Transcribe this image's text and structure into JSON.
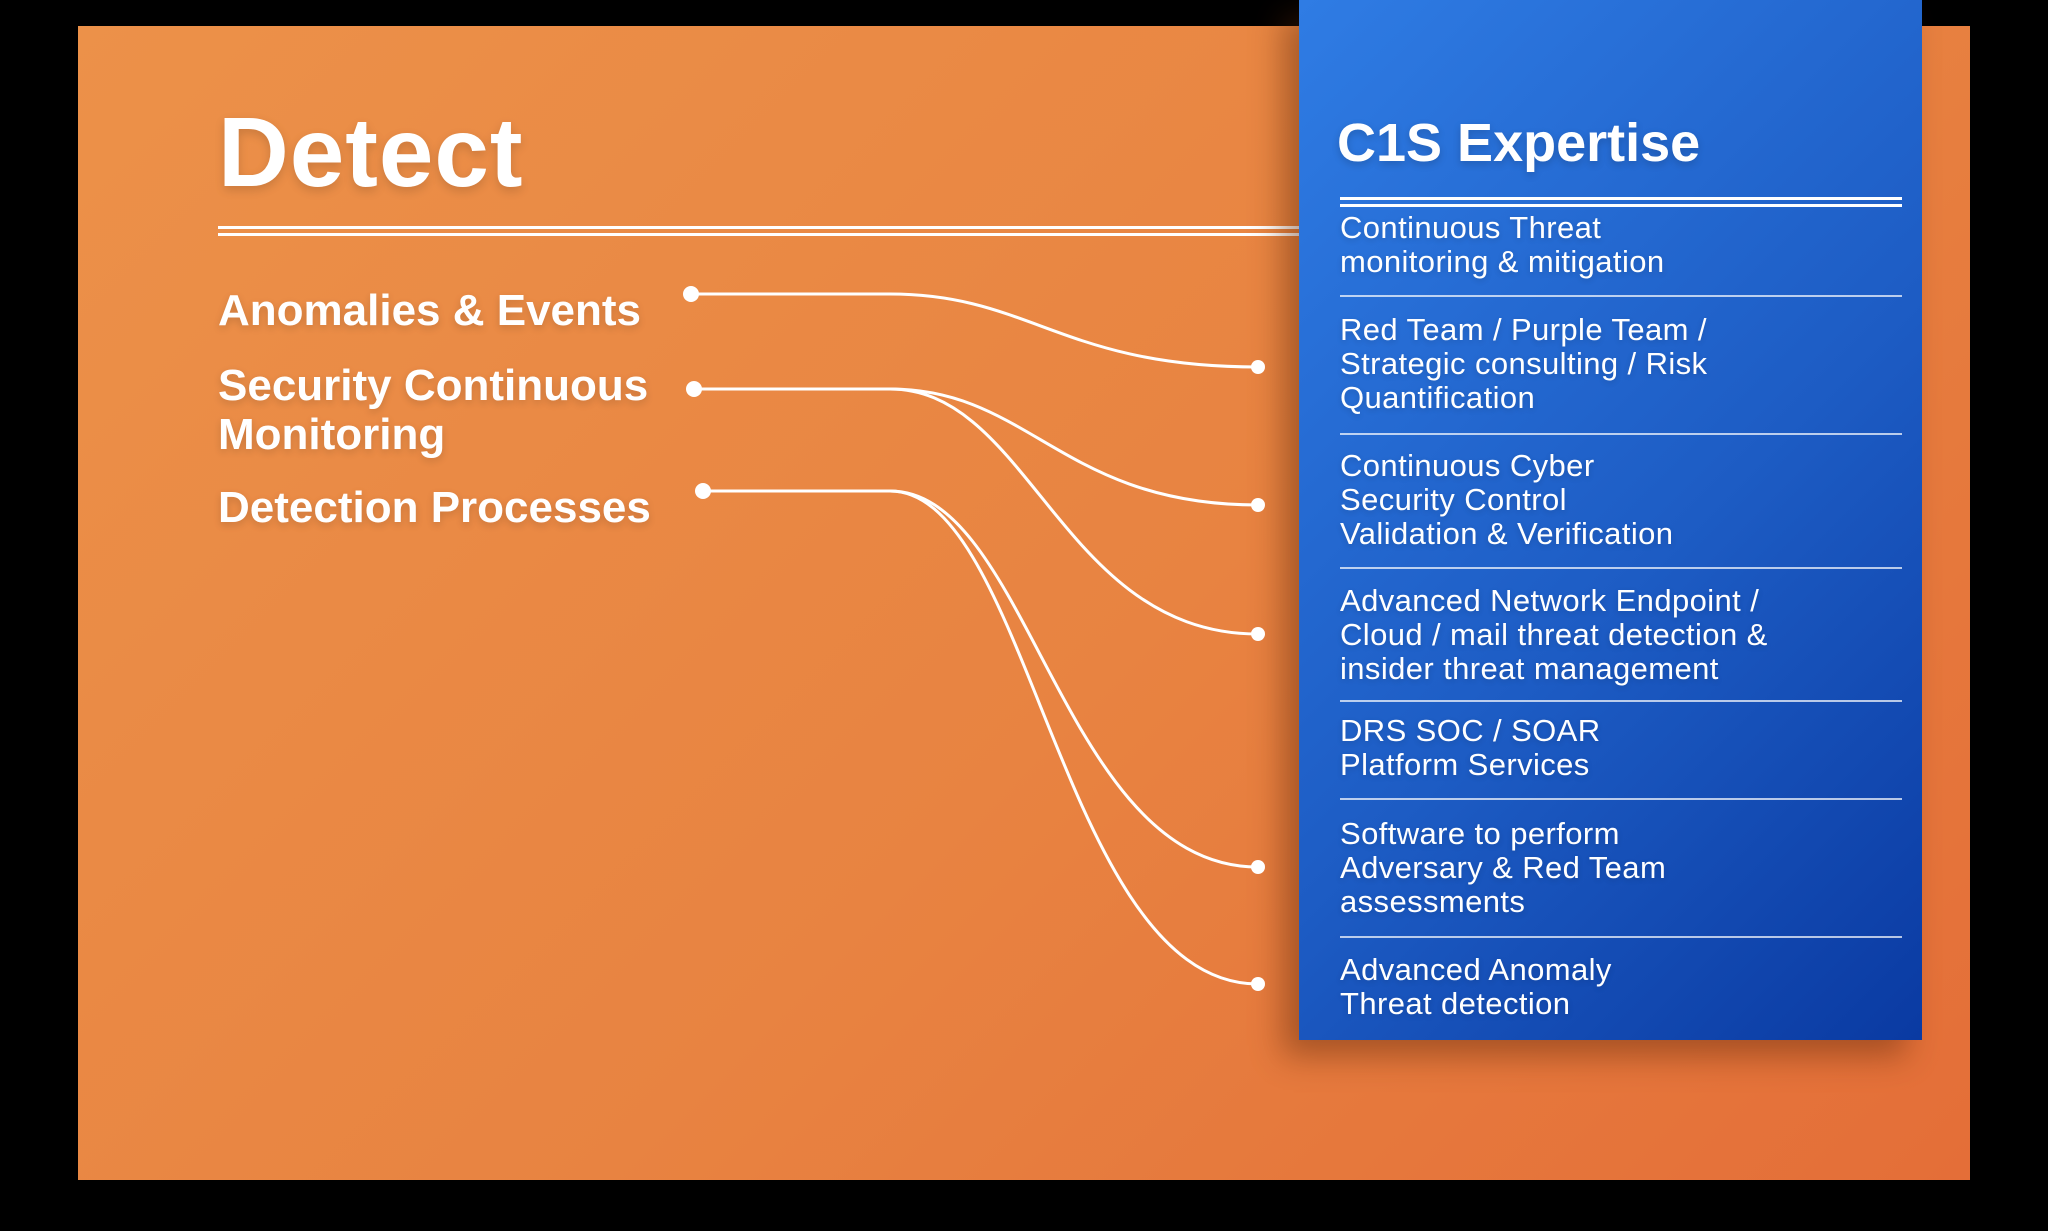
{
  "slide": {
    "title": "Detect",
    "items": [
      {
        "lines": [
          "Anomalies & Events"
        ]
      },
      {
        "lines": [
          "Security Continuous",
          "Monitoring"
        ]
      },
      {
        "lines": [
          "Detection Processes"
        ]
      }
    ]
  },
  "expertise_panel": {
    "title": "C1S Expertise",
    "items": [
      {
        "lines": [
          "Continuous Threat",
          "monitoring & mitigation"
        ]
      },
      {
        "lines": [
          "Red Team / Purple Team /",
          "Strategic consulting / Risk",
          "Quantification"
        ]
      },
      {
        "lines": [
          "Continuous Cyber",
          "Security Control",
          "Validation & Verification"
        ]
      },
      {
        "lines": [
          "Advanced Network Endpoint /",
          "Cloud / mail threat detection &",
          "insider threat management"
        ]
      },
      {
        "lines": [
          "DRS SOC / SOAR",
          "Platform Services"
        ]
      },
      {
        "lines": [
          "Software to perform",
          "Adversary & Red Team",
          "assessments"
        ]
      },
      {
        "lines": [
          "Advanced Anomaly",
          "Threat detection"
        ]
      }
    ]
  },
  "connections": [
    {
      "from_item": 0,
      "to_item": 1
    },
    {
      "from_item": 1,
      "to_item": 2
    },
    {
      "from_item": 1,
      "to_item": 3
    },
    {
      "from_item": 2,
      "to_item": 5
    },
    {
      "from_item": 2,
      "to_item": 6
    }
  ],
  "colors": {
    "background": "#000000",
    "canvas_gradient_start": "#ec9149",
    "canvas_gradient_end": "#e46e38",
    "panel_gradient_start": "#2f7ce4",
    "panel_gradient_end": "#0a3aa2",
    "text": "#ffffff",
    "connector": "#ffffff"
  }
}
